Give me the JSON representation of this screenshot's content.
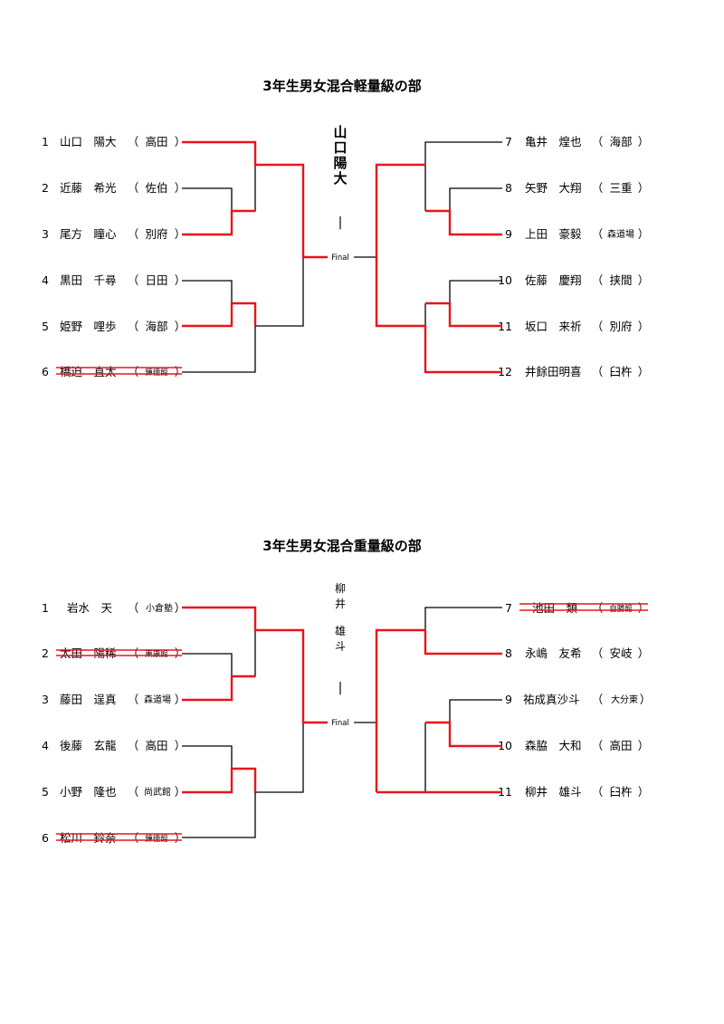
{
  "colors": {
    "winner_line": "#e8151b",
    "line": "#000000",
    "text": "#000000"
  },
  "brackets": [
    {
      "title": "3年生男女混合軽量級の部",
      "final_label": "Final",
      "champion": [
        "山",
        "口",
        "陽",
        "大"
      ],
      "champion_separator": "|",
      "left": [
        {
          "seed": "1",
          "name": "山口　陽大",
          "school": "高田",
          "open": "（",
          "close": "）"
        },
        {
          "seed": "2",
          "name": "近藤　希光",
          "school": "佐伯",
          "open": "（",
          "close": "）"
        },
        {
          "seed": "3",
          "name": "尾方　瞳心",
          "school": "別府",
          "open": "（",
          "close": "）"
        },
        {
          "seed": "4",
          "name": "黒田　千尋",
          "school": "日田",
          "open": "（",
          "close": "）"
        },
        {
          "seed": "5",
          "name": "姫野　哩歩",
          "school": "海部",
          "open": "（",
          "close": "）"
        },
        {
          "seed": "6",
          "name": "橋迫　直太",
          "school": "錬徳館",
          "open": "（",
          "close": "）",
          "withdrawn": true
        }
      ],
      "right": [
        {
          "seed": "7",
          "name": "亀井　煌也",
          "school": "海部",
          "open": "（",
          "close": "）"
        },
        {
          "seed": "8",
          "name": "矢野　大翔",
          "school": "三重",
          "open": "（",
          "close": "）"
        },
        {
          "seed": "9",
          "name": "上田　豪毅",
          "school": "森道場",
          "open": "（",
          "close": "）"
        },
        {
          "seed": "10",
          "name": "佐藤　慶翔",
          "school": "挟間",
          "open": "（",
          "close": "）"
        },
        {
          "seed": "11",
          "name": "坂口　来祈",
          "school": "別府",
          "open": "（",
          "close": "）"
        },
        {
          "seed": "12",
          "name": "井餘田明喜",
          "school": "臼杵",
          "open": "（",
          "close": "）"
        }
      ]
    },
    {
      "title": "3年生男女混合重量級の部",
      "final_label": "Final",
      "champion": [
        "柳",
        "井",
        "雄",
        "斗"
      ],
      "champion_separator": "|",
      "left": [
        {
          "seed": "1",
          "name": "岩水　天",
          "school": "小倉塾",
          "open": "（",
          "close": "）"
        },
        {
          "seed": "2",
          "name": "太田　陽稀",
          "school": "東康館",
          "open": "（",
          "close": "）",
          "withdrawn": true
        },
        {
          "seed": "3",
          "name": "藤田　逞真",
          "school": "森道場",
          "open": "（",
          "close": "）"
        },
        {
          "seed": "4",
          "name": "後藤　玄龍",
          "school": "高田",
          "open": "（",
          "close": "）"
        },
        {
          "seed": "5",
          "name": "小野　隆也",
          "school": "尚武館",
          "open": "（",
          "close": "）"
        },
        {
          "seed": "6",
          "name": "松川　鈴奈",
          "school": "錬徳館",
          "open": "（",
          "close": "）",
          "withdrawn": true
        }
      ],
      "right": [
        {
          "seed": "7",
          "name": "池田　類",
          "school": "自勝館",
          "open": "（",
          "close": "）",
          "withdrawn": true
        },
        {
          "seed": "8",
          "name": "永嶋　友希",
          "school": "安岐",
          "open": "（",
          "close": "）"
        },
        {
          "seed": "9",
          "name": "祐成真沙斗",
          "school": "大分東",
          "open": "（",
          "close": "）"
        },
        {
          "seed": "10",
          "name": "森脇　大和",
          "school": "高田",
          "open": "（",
          "close": "）"
        },
        {
          "seed": "11",
          "name": "柳井　雄斗",
          "school": "臼杵",
          "open": "（",
          "close": "）"
        }
      ]
    }
  ]
}
